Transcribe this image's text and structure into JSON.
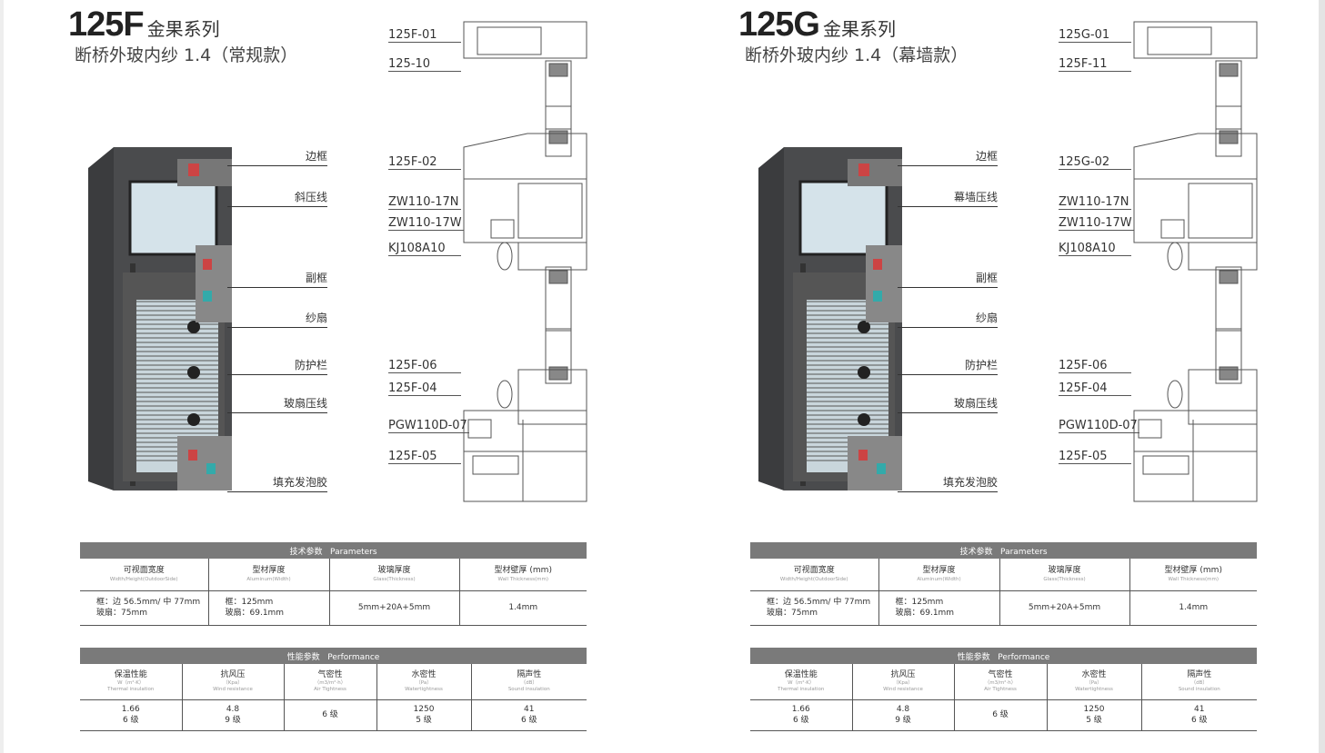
{
  "panels": [
    {
      "code": "125F",
      "series": "金果系列",
      "subtitle": "断桥外玻内纱 1.4（常规款）",
      "parts": [
        "边框",
        "斜压线",
        "副框",
        "纱扇",
        "防护栏",
        "玻扇压线",
        "填充发泡胶"
      ],
      "codes": [
        "125F-01",
        "125-10",
        "125F-02",
        "ZW110-17N",
        "ZW110-17W",
        "KJ108A10",
        "125F-06",
        "125F-04",
        "PGW110D-07",
        "125F-05"
      ]
    },
    {
      "code": "125G",
      "series": "金果系列",
      "subtitle": "断桥外玻内纱 1.4（幕墙款）",
      "parts": [
        "边框",
        "幕墙压线",
        "副框",
        "纱扇",
        "防护栏",
        "玻扇压线",
        "填充发泡胶"
      ],
      "codes": [
        "125G-01",
        "125F-11",
        "125G-02",
        "ZW110-17N",
        "ZW110-17W",
        "KJ108A10",
        "125F-06",
        "125F-04",
        "PGW110D-07",
        "125F-05"
      ]
    }
  ],
  "tech": {
    "title": "技术参数",
    "title_en": "Parameters",
    "headers": [
      {
        "cn": "可视面宽度",
        "en": "Width/Height(OutdoorSide)"
      },
      {
        "cn": "型材厚度",
        "en": "Aluminum(Width)"
      },
      {
        "cn": "玻璃厚度",
        "en": "Glass(Thickness)"
      },
      {
        "cn": "型材壁厚 (mm)",
        "en": "Wall Thickness(mm)"
      }
    ],
    "values": [
      [
        "框：边 56.5mm/ 中 77mm",
        "玻扇：75mm"
      ],
      [
        "框：125mm",
        "玻扇：69.1mm"
      ],
      [
        "5mm+20A+5mm"
      ],
      [
        "1.4mm"
      ]
    ]
  },
  "perf": {
    "title": "性能参数",
    "title_en": "Performance",
    "headers": [
      {
        "cn": "保温性能",
        "unit": "W（m²·K）",
        "en": "Thermal insulation"
      },
      {
        "cn": "抗风压",
        "unit": "（Kpa）",
        "en": "Wind resistance"
      },
      {
        "cn": "气密性",
        "unit": "（m3/m²·h）",
        "en": "Air Tightness"
      },
      {
        "cn": "水密性",
        "unit": "（Pa）",
        "en": "Watertightness"
      },
      {
        "cn": "隔声性",
        "unit": "（dB）",
        "en": "Sound insulation"
      }
    ],
    "values": [
      [
        "1.66",
        "6 级"
      ],
      [
        "4.8",
        "9 级"
      ],
      [
        "6 级"
      ],
      [
        "1250",
        "5 级"
      ],
      [
        "41",
        "6 级"
      ]
    ]
  }
}
